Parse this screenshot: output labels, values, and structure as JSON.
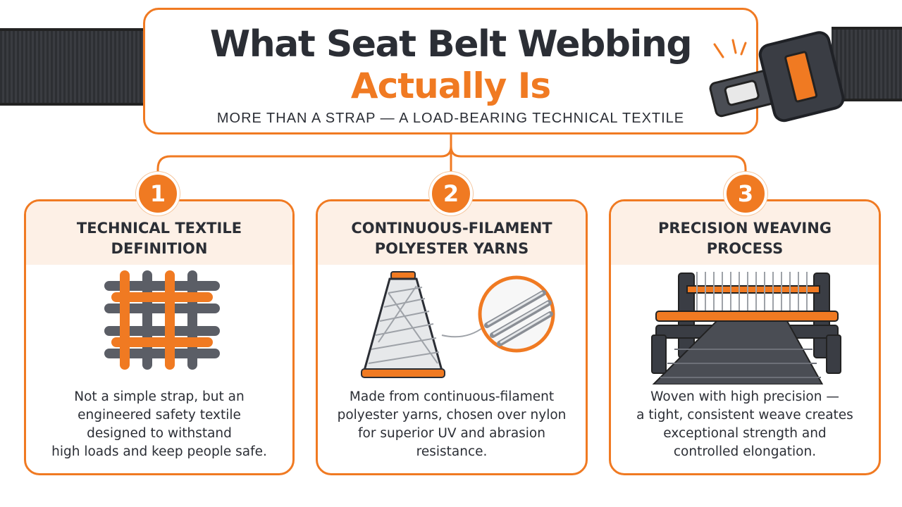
{
  "header": {
    "title_line1": "What Seat Belt Webbing",
    "title_line2": "Actually Is",
    "subtitle": "MORE THAN A STRAP — A LOAD-BEARING TECHNICAL TEXTILE"
  },
  "cards": [
    {
      "number": "1",
      "title": "TECHNICAL TEXTILE\nDEFINITION",
      "text": "Not a simple strap, but an\nengineered safety textile\ndesigned to withstand\nhigh loads and keep people safe.",
      "icon": "woven-grid-icon"
    },
    {
      "number": "2",
      "title": "CONTINUOUS-FILAMENT\nPOLYESTER YARNS",
      "text": "Made from continuous-filament\npolyester yarns, chosen over nylon\nfor superior UV and abrasion\nresistance.",
      "icon": "yarn-spool-icon"
    },
    {
      "number": "3",
      "title": "PRECISION WEAVING\nPROCESS",
      "text": "Woven with high precision —\na tight, consistent weave creates\nexceptional strength and\ncontrolled elongation.",
      "icon": "loom-icon"
    }
  ],
  "colors": {
    "accent": "#f07a22",
    "dark": "#2b2e35",
    "card_header_bg": "#fdf0e6"
  }
}
